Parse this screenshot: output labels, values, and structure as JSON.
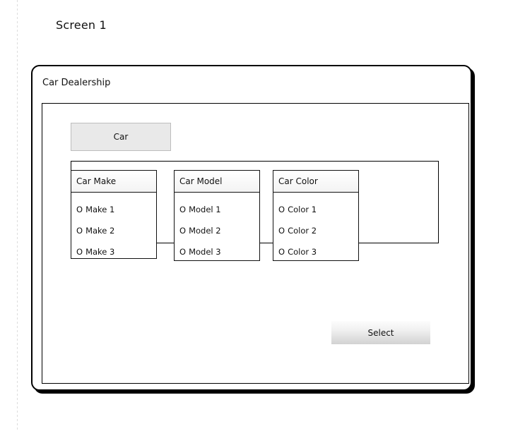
{
  "canvas": {
    "screen_label": "Screen 1"
  },
  "window": {
    "title": "Car Dealership"
  },
  "tabs": [
    {
      "label": "Car",
      "active": true
    }
  ],
  "groups": [
    {
      "name": "car-make",
      "header": "Car Make",
      "options": [
        {
          "glyph": "O",
          "label": "Make 1",
          "selected": false
        },
        {
          "glyph": "O",
          "label": "Make 2",
          "selected": false
        },
        {
          "glyph": "O",
          "label": "Make 3",
          "selected": false
        }
      ]
    },
    {
      "name": "car-model",
      "header": "Car Model",
      "options": [
        {
          "glyph": "O",
          "label": "Model 1",
          "selected": false
        },
        {
          "glyph": "O",
          "label": "Model 2",
          "selected": false
        },
        {
          "glyph": "O",
          "label": "Model 3",
          "selected": false
        }
      ]
    },
    {
      "name": "car-color",
      "header": "Car Color",
      "options": [
        {
          "glyph": "O",
          "label": "Color 1",
          "selected": false
        },
        {
          "glyph": "O",
          "label": "Color 2",
          "selected": false
        },
        {
          "glyph": "O",
          "label": "Color 3",
          "selected": false
        }
      ]
    }
  ],
  "actions": {
    "select_label": "Select"
  },
  "colors": {
    "page_background": "#ffffff",
    "frame_border": "#000000",
    "tab_fill": "#e9e9e9",
    "tab_border": "#bdbdbd",
    "group_border": "#111111",
    "text": "#111111",
    "guide_line": "#dcdcdc",
    "button_gradient_top": "#fdfdfd",
    "button_gradient_bottom": "#d2d2d2"
  }
}
